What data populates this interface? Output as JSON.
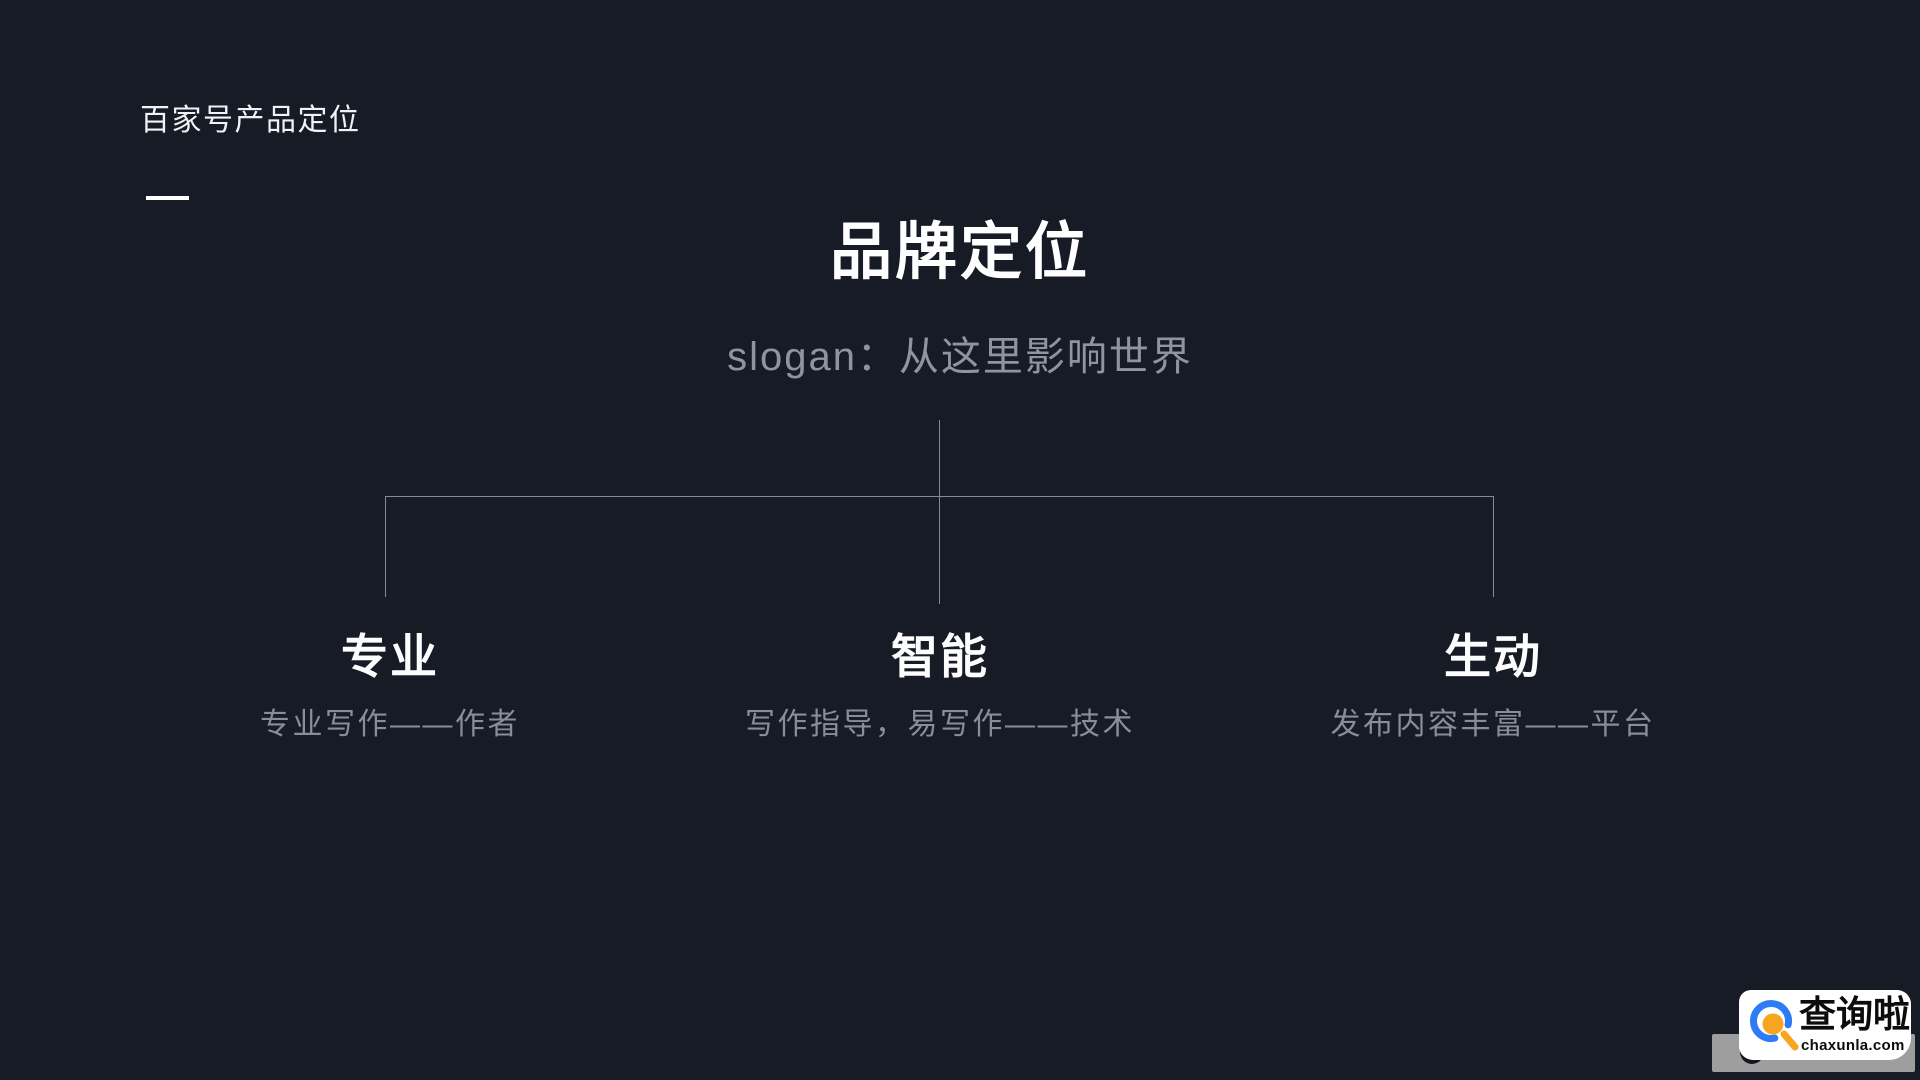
{
  "slide": {
    "page_label": "百家号产品定位",
    "title": "品牌定位",
    "slogan": "slogan：从这里影响世界",
    "branches": [
      {
        "title": "专业",
        "subtitle": "专业写作——作者"
      },
      {
        "title": "智能",
        "subtitle": "写作指导，易写作——技术"
      },
      {
        "title": "生动",
        "subtitle": "发布内容丰富——平台"
      }
    ]
  },
  "watermark": {
    "brand": "查询啦",
    "domain": "chaxunla.com",
    "icon": "magnifier-icon"
  },
  "colors": {
    "background": "#161b26",
    "text_primary": "#ffffff",
    "text_muted": "#8e95a1",
    "connector_line": "#868c96",
    "watermark_ring_blue": "#2e7cf5",
    "watermark_lens_orange": "#f7a41f",
    "watermark_box_white": "#ffffff",
    "watermark_bar_gray": "#9e9e9e",
    "watermark_text": "#0c0c0c"
  }
}
